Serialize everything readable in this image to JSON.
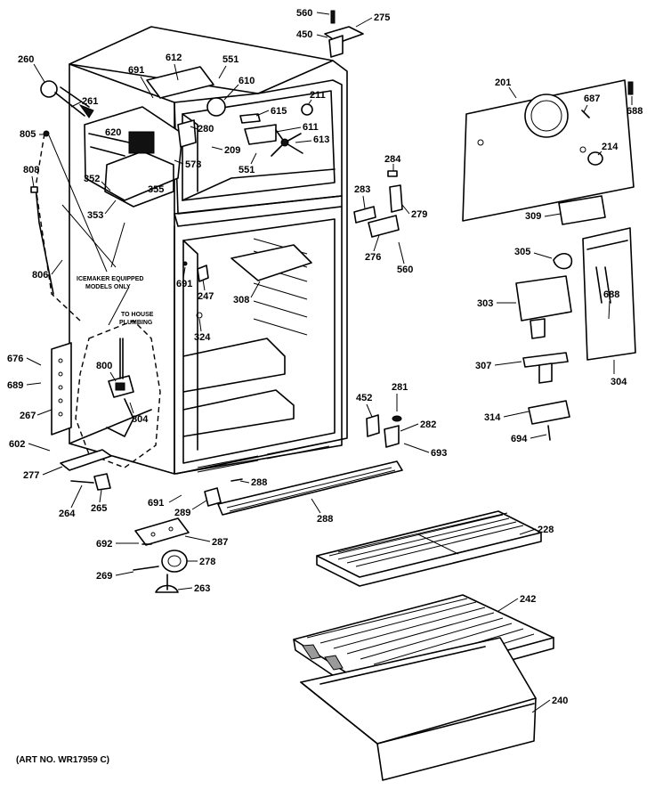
{
  "diagram": {
    "caption": "(ART NO. WR17959 C)",
    "note_icemaker": [
      "ICEMAKER EQUIPPED",
      "MODELS ONLY"
    ],
    "note_plumbing": [
      "TO HOUSE",
      "PLUMBING"
    ],
    "part_labels": {
      "p560a": "560",
      "p275": "275",
      "p450": "450",
      "p260": "260",
      "p261": "261",
      "p691a": "691",
      "p612": "612",
      "p551a": "551",
      "p610": "610",
      "p211": "211",
      "p615": "615",
      "p611": "611",
      "p613": "613",
      "p805": "805",
      "p620": "620",
      "p280": "280",
      "p209": "209",
      "p573": "573",
      "p551b": "551",
      "p808": "808",
      "p352": "352",
      "p355": "355",
      "p353": "353",
      "p201": "201",
      "p687": "687",
      "p688a": "688",
      "p214": "214",
      "p309": "309",
      "p284": "284",
      "p283": "283",
      "p279": "279",
      "p276": "276",
      "p560b": "560",
      "p806": "806",
      "p691b": "691",
      "p247": "247",
      "p308": "308",
      "p324": "324",
      "p305": "305",
      "p303": "303",
      "p688b": "688",
      "p676": "676",
      "p689": "689",
      "p267": "267",
      "p800": "800",
      "p804": "804",
      "p307": "307",
      "p304": "304",
      "p452": "452",
      "p281": "281",
      "p282": "282",
      "p693": "693",
      "p314": "314",
      "p694": "694",
      "p602": "602",
      "p277": "277",
      "p264": "264",
      "p265": "265",
      "p691c": "691",
      "p288a": "288",
      "p289": "289",
      "p288b": "288",
      "p228": "228",
      "p692": "692",
      "p287": "287",
      "p269": "269",
      "p278": "278",
      "p263": "263",
      "p242": "242",
      "p240": "240"
    }
  }
}
